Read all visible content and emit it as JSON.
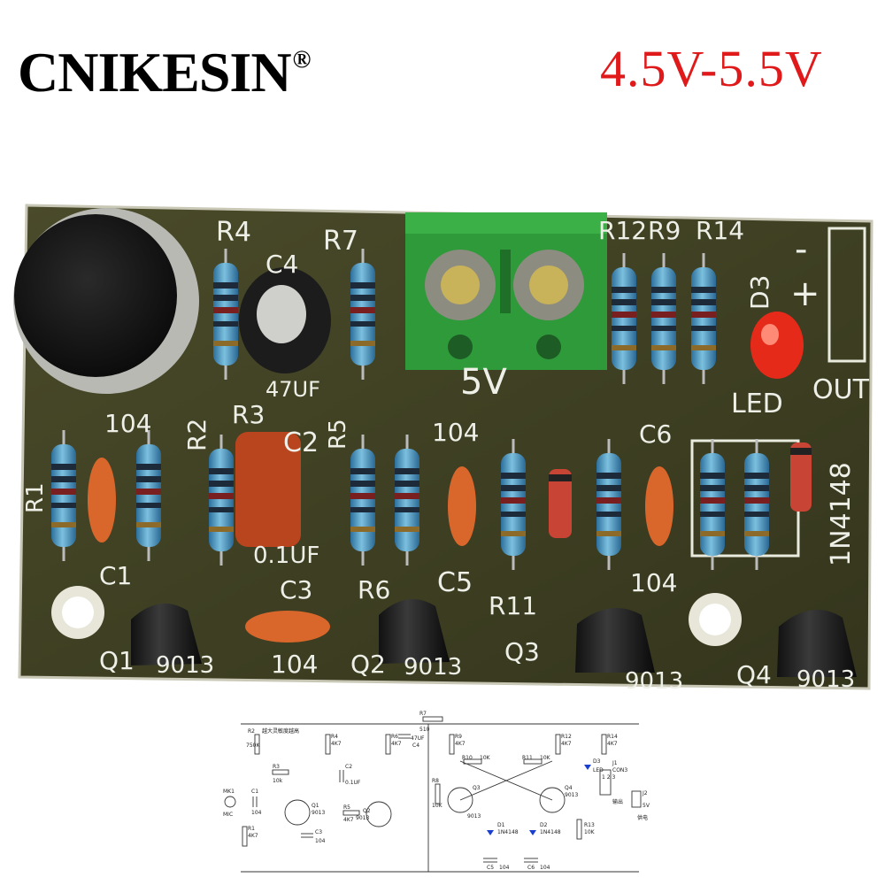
{
  "brand": {
    "name": "CNIKESIN",
    "registered": "®"
  },
  "voltage": "4.5V-5.5V",
  "board": {
    "labels": {
      "r4": "R4",
      "r7": "R7",
      "c4": "C4",
      "cap47": "47UF",
      "r12": "R12",
      "r9": "R9",
      "r14": "R14",
      "d3": "D3",
      "led": "LED",
      "out": "OUT",
      "minus": "-",
      "plus": "+",
      "power": "5V",
      "r1": "R1",
      "c1": "C1",
      "c1_value": "104",
      "r2": "R2",
      "r3": "R3",
      "c2": "C2",
      "r5": "R5",
      "c2_value": "0.1UF",
      "c5_value": "104",
      "c6": "C6",
      "c6_value": "104",
      "diode": "1N4148",
      "c3": "C3",
      "r6": "R6",
      "c5": "C5",
      "r11": "R11",
      "c3_value": "104",
      "q1": "Q1",
      "q1_part": "9013",
      "q2": "Q2",
      "q2_part": "9013",
      "q3": "Q3",
      "q3_part": "9013",
      "q4": "Q4",
      "q4_part": "9013"
    },
    "colors": {
      "pcb": "#3d3e22",
      "silkscreen": "#eef0e8",
      "terminal": "#2f9a3a",
      "led": "#e62a1a"
    }
  },
  "schematic": {
    "labels": {
      "r2": "R2",
      "r2_value": "750K",
      "r2_note": "越大灵敏度越高",
      "r3": "R3",
      "r3_value": "10k",
      "r4": "R4",
      "r4_value": "4K7",
      "r6": "R6",
      "r6_value": "4K7",
      "r7": "R7",
      "r7_value": "510",
      "c4": "C4",
      "c4_value": "47UF",
      "c2": "C2",
      "c2_value": "0.1UF",
      "mic": "MK1",
      "mic_label": "MIC",
      "c1": "C1",
      "c1_value": "104",
      "r1": "R1",
      "r1_value": "4K7",
      "q1": "Q1",
      "q1_part": "9013",
      "r5": "R5",
      "r5_value": "4K7",
      "q2": "Q2",
      "q2_part": "9013",
      "c3": "C3",
      "c3_value": "104",
      "r9": "R9",
      "r9_value": "4K7",
      "r10": "R10",
      "r10_value": "10K",
      "r11": "R11",
      "r11_value": "10K",
      "r12": "R12",
      "r12_value": "4K7",
      "r14": "R14",
      "r14_value": "4K7",
      "d3": "D3",
      "led": "LED",
      "r8": "R8",
      "r8_value": "10K",
      "q3": "Q3",
      "q3_part": "9013",
      "q4": "Q4",
      "q4_part": "9013",
      "d1": "D1",
      "d1_value": "1N4148",
      "d2": "D2",
      "d2_value": "1N4148",
      "r13": "R13",
      "r13_value": "10K",
      "c5": "C5",
      "c5_value": "104",
      "c6": "C6",
      "c6_value": "104",
      "j1": "J1",
      "j1_con": "CON3",
      "j1_pins": "1 2 3",
      "j1_note": "输出",
      "j2": "J2",
      "j2_value": "5V",
      "j2_note": "供电"
    }
  }
}
